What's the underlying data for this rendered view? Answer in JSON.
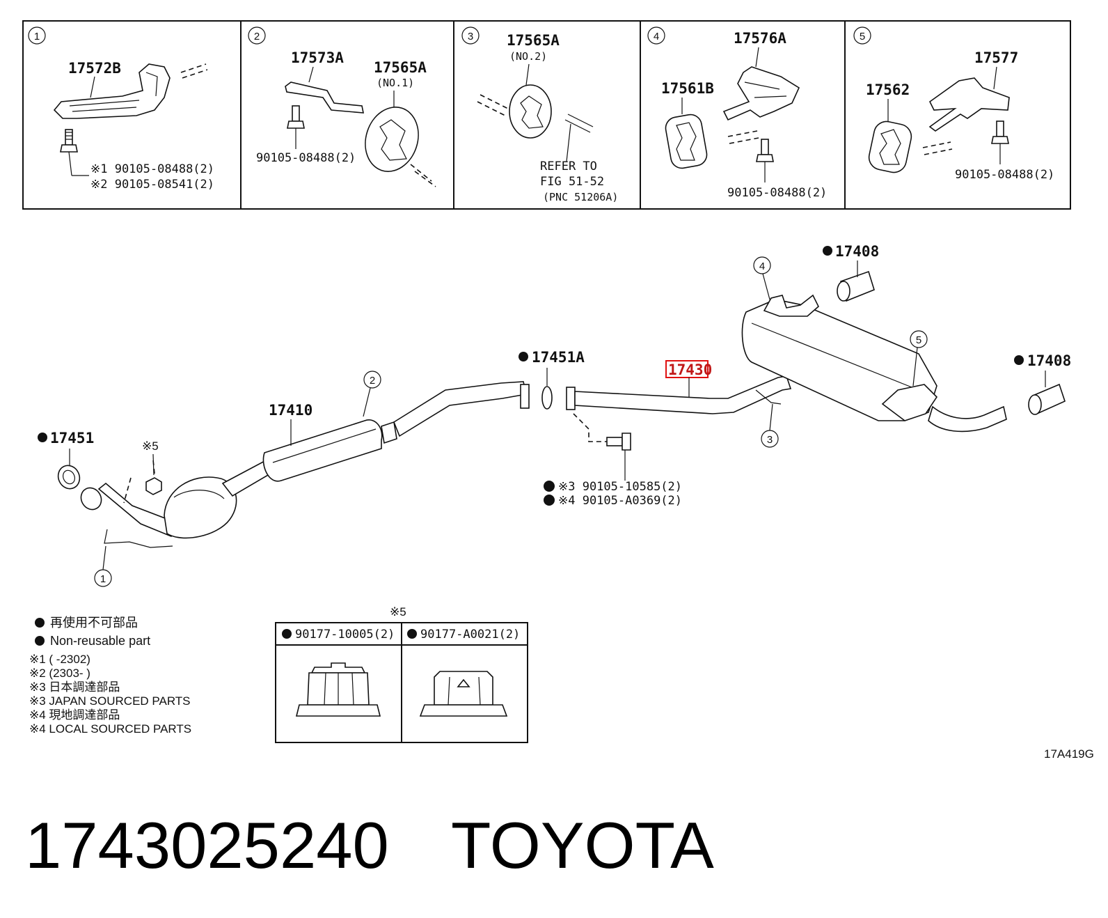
{
  "panels": [
    {
      "index": "1",
      "labels": {
        "part": "17572B",
        "note1": "※1 90105-08488(2)",
        "note2": "※2 90105-08541(2)"
      }
    },
    {
      "index": "2",
      "labels": {
        "part_a": "17573A",
        "part_b": "17565A",
        "part_b_sub": "(NO.1)",
        "bolt": "90105-08488(2)"
      }
    },
    {
      "index": "3",
      "labels": {
        "part": "17565A",
        "part_sub": "(NO.2)",
        "ref1": "REFER TO",
        "ref2": "FIG 51-52",
        "ref3": "(PNC 51206A)"
      }
    },
    {
      "index": "4",
      "labels": {
        "part_a": "17576A",
        "part_b": "17561B",
        "bolt": "90105-08488(2)"
      }
    },
    {
      "index": "5",
      "labels": {
        "part_a": "17577",
        "part_b": "17562",
        "bolt": "90105-08488(2)"
      }
    }
  ],
  "main": {
    "p17410": "17410",
    "p17451": "17451",
    "p17451A": "17451A",
    "p17430": "17430",
    "p17408_top": "17408",
    "p17408_right": "17408",
    "ref_x5": "※5",
    "bolt_line1": "※3 90105-10585(2)",
    "bolt_line2": "※4 90105-A0369(2)",
    "callouts": [
      "1",
      "2",
      "3",
      "4",
      "5"
    ]
  },
  "legend": {
    "line1": "再使用不可部品",
    "line2": "Non-reusable part",
    "line3": "※1 (      -2302)",
    "line4": "※2 (2303-      )",
    "line5": "※3  日本調達部品",
    "line6": "※3  JAPAN SOURCED PARTS",
    "line7": "※4  現地調達部品",
    "line8": "※4  LOCAL SOURCED PARTS"
  },
  "nut_table": {
    "title": "※5",
    "col1": "90177-10005(2)",
    "col2": "90177-A0021(2)"
  },
  "diagram_code": "17A419G",
  "footer": {
    "part_number": "1743025240",
    "brand": "TOYOTA"
  },
  "highlight_color": "#e01010"
}
